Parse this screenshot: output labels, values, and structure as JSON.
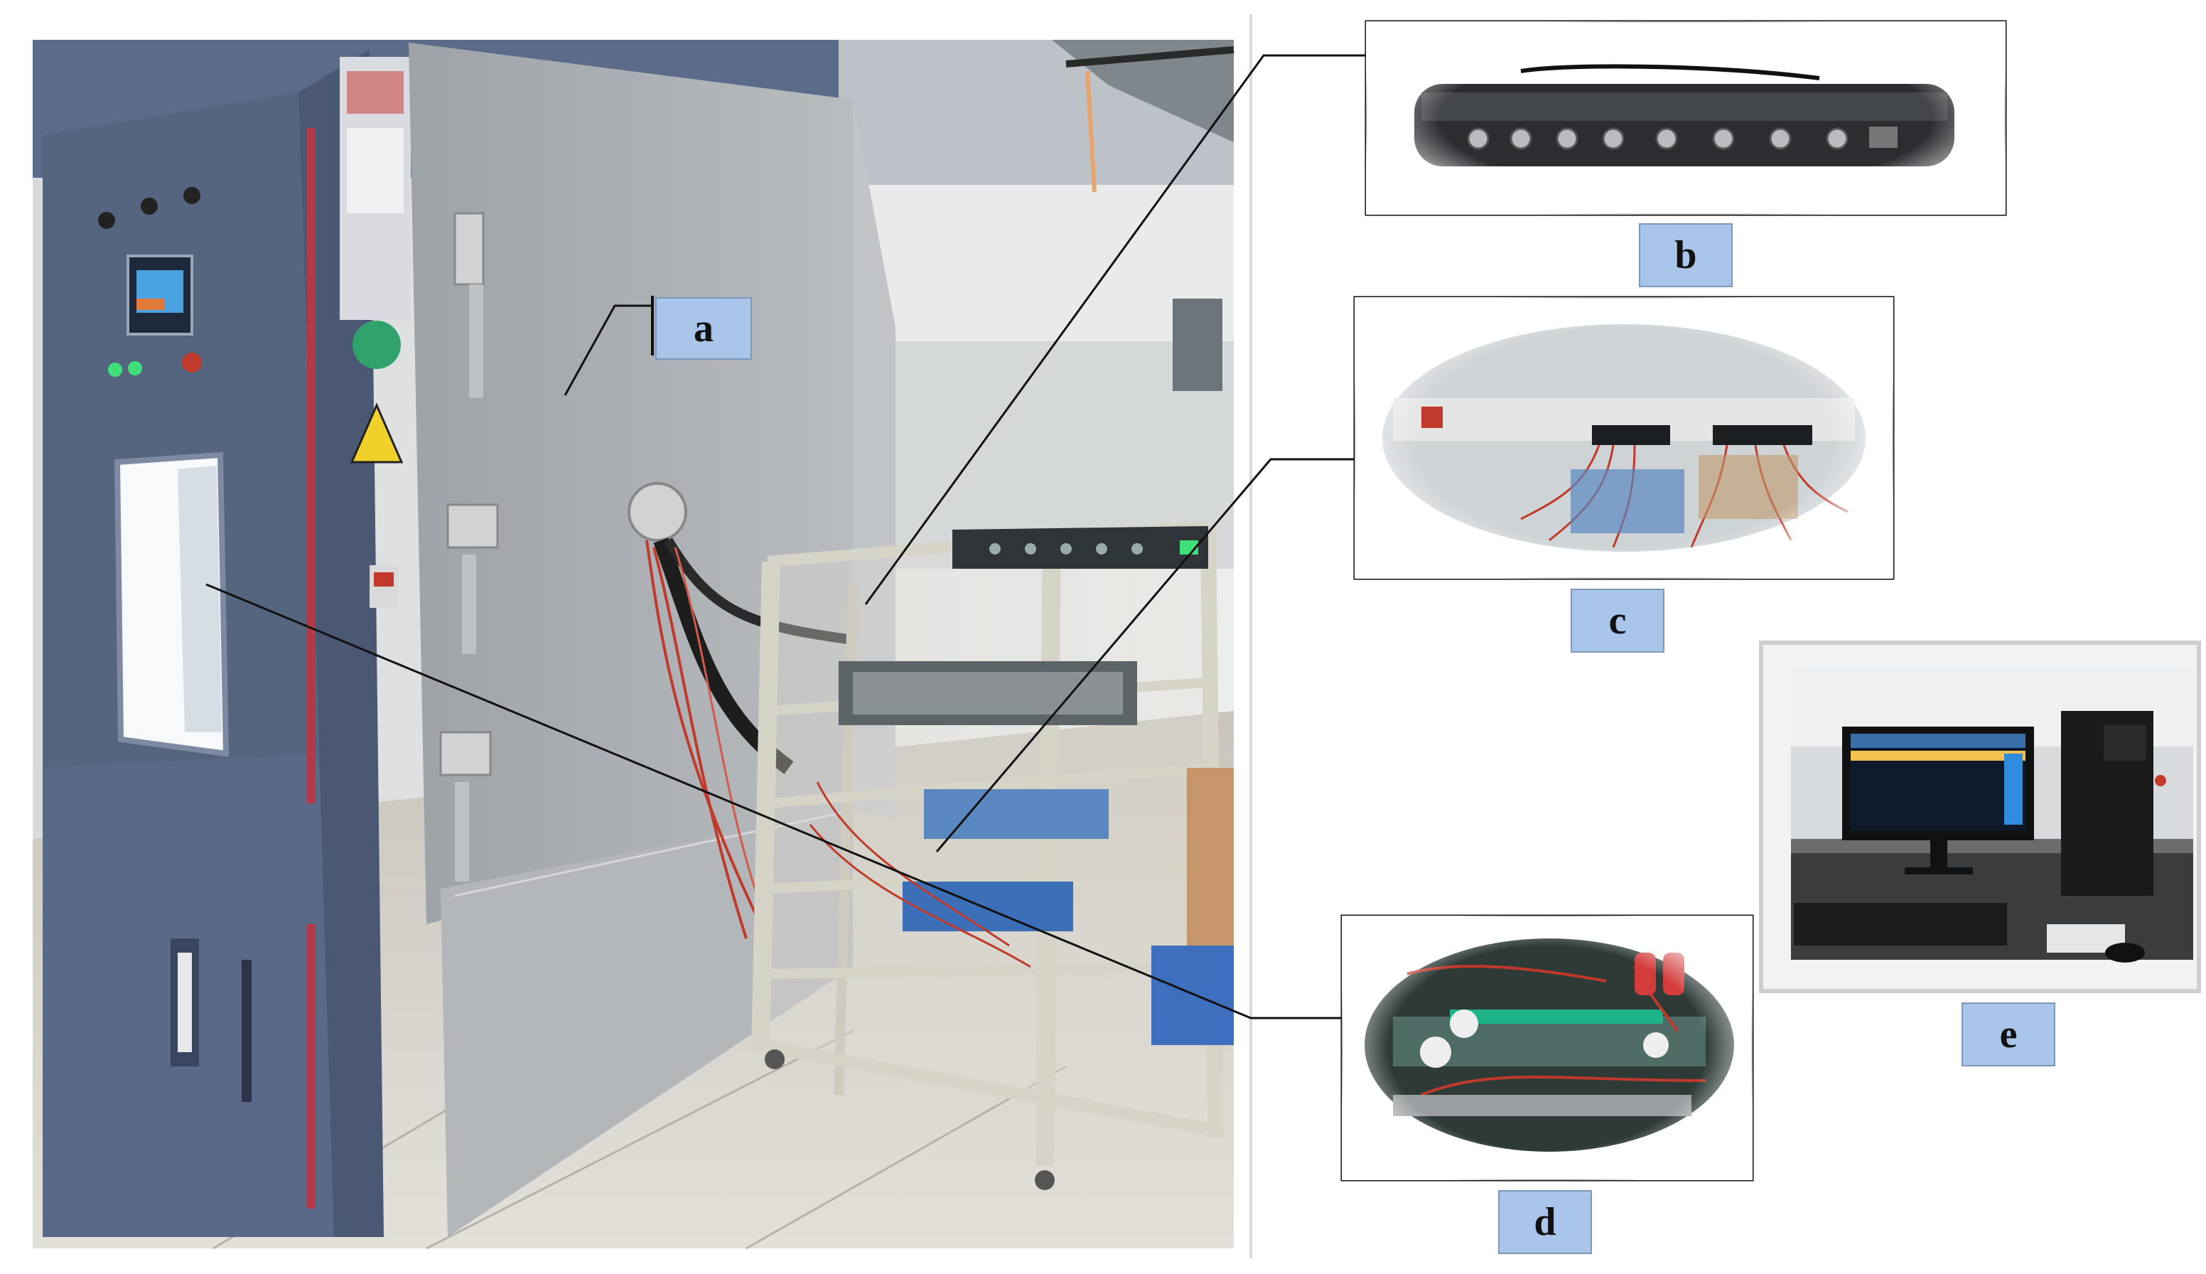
{
  "figure": {
    "panels": [
      {
        "id": "a",
        "label": "a",
        "depicts": "environmental-test-chamber-and-battery-rack"
      },
      {
        "id": "b",
        "label": "b",
        "depicts": "battery-tester-front-panel"
      },
      {
        "id": "c",
        "label": "c",
        "depicts": "tester-rack-with-wiring"
      },
      {
        "id": "d",
        "label": "d",
        "depicts": "battery-cells-with-clip-connectors"
      },
      {
        "id": "e",
        "label": "e",
        "depicts": "monitoring-computer"
      }
    ]
  },
  "colors": {
    "label_fill": "#a9c6ea",
    "label_border": "#7f98b8",
    "chamber_upper": "#5a6b8f",
    "chamber_door": "#a8acb0",
    "rack_frame": "#e2e0d6",
    "wire_red": "#c0392b",
    "connector_line": "#111111"
  },
  "chamber_panel": {
    "warning_text": "",
    "screen_color": "#4aa3e0"
  }
}
